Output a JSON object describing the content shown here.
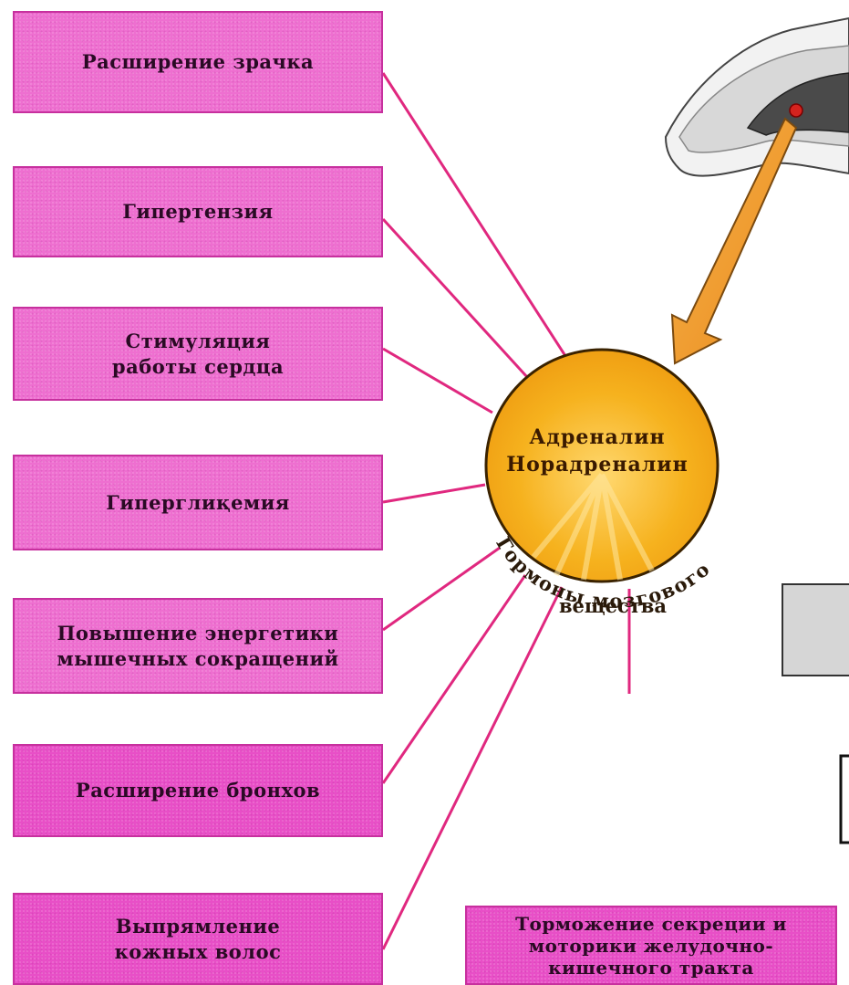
{
  "boxes": [
    {
      "id": "box-pupil-dilation",
      "label": "Расширение зрачка"
    },
    {
      "id": "box-hypertension",
      "label": "Гипертензия"
    },
    {
      "id": "box-heart-stimulation",
      "label": "Стимуляция\nработы сердца"
    },
    {
      "id": "box-hyperglycemia",
      "label": "Гиперглиқемия"
    },
    {
      "id": "box-muscle-energy",
      "label": "Повышение энергетики\nмышечных сокращений"
    },
    {
      "id": "box-bronchi-dilation",
      "label": "Расширение бронхов"
    },
    {
      "id": "box-hair-erection",
      "label": "Выпрямление\nкожных волос"
    },
    {
      "id": "box-gi-inhibition",
      "label": "Торможение секреции и\nмоторики желудочно-\nкишечного тракта"
    }
  ],
  "center": {
    "hormone_1": "Адреналин",
    "hormone_2": "Норадреналин",
    "arc_text": "Гормоны мозгового",
    "arc_text_2": "вещества"
  },
  "colors": {
    "box_fill": "#ee6fd0",
    "line": "#e0287f",
    "circle_fill": "#f6b21e",
    "arrow_fill": "#f0a030"
  }
}
